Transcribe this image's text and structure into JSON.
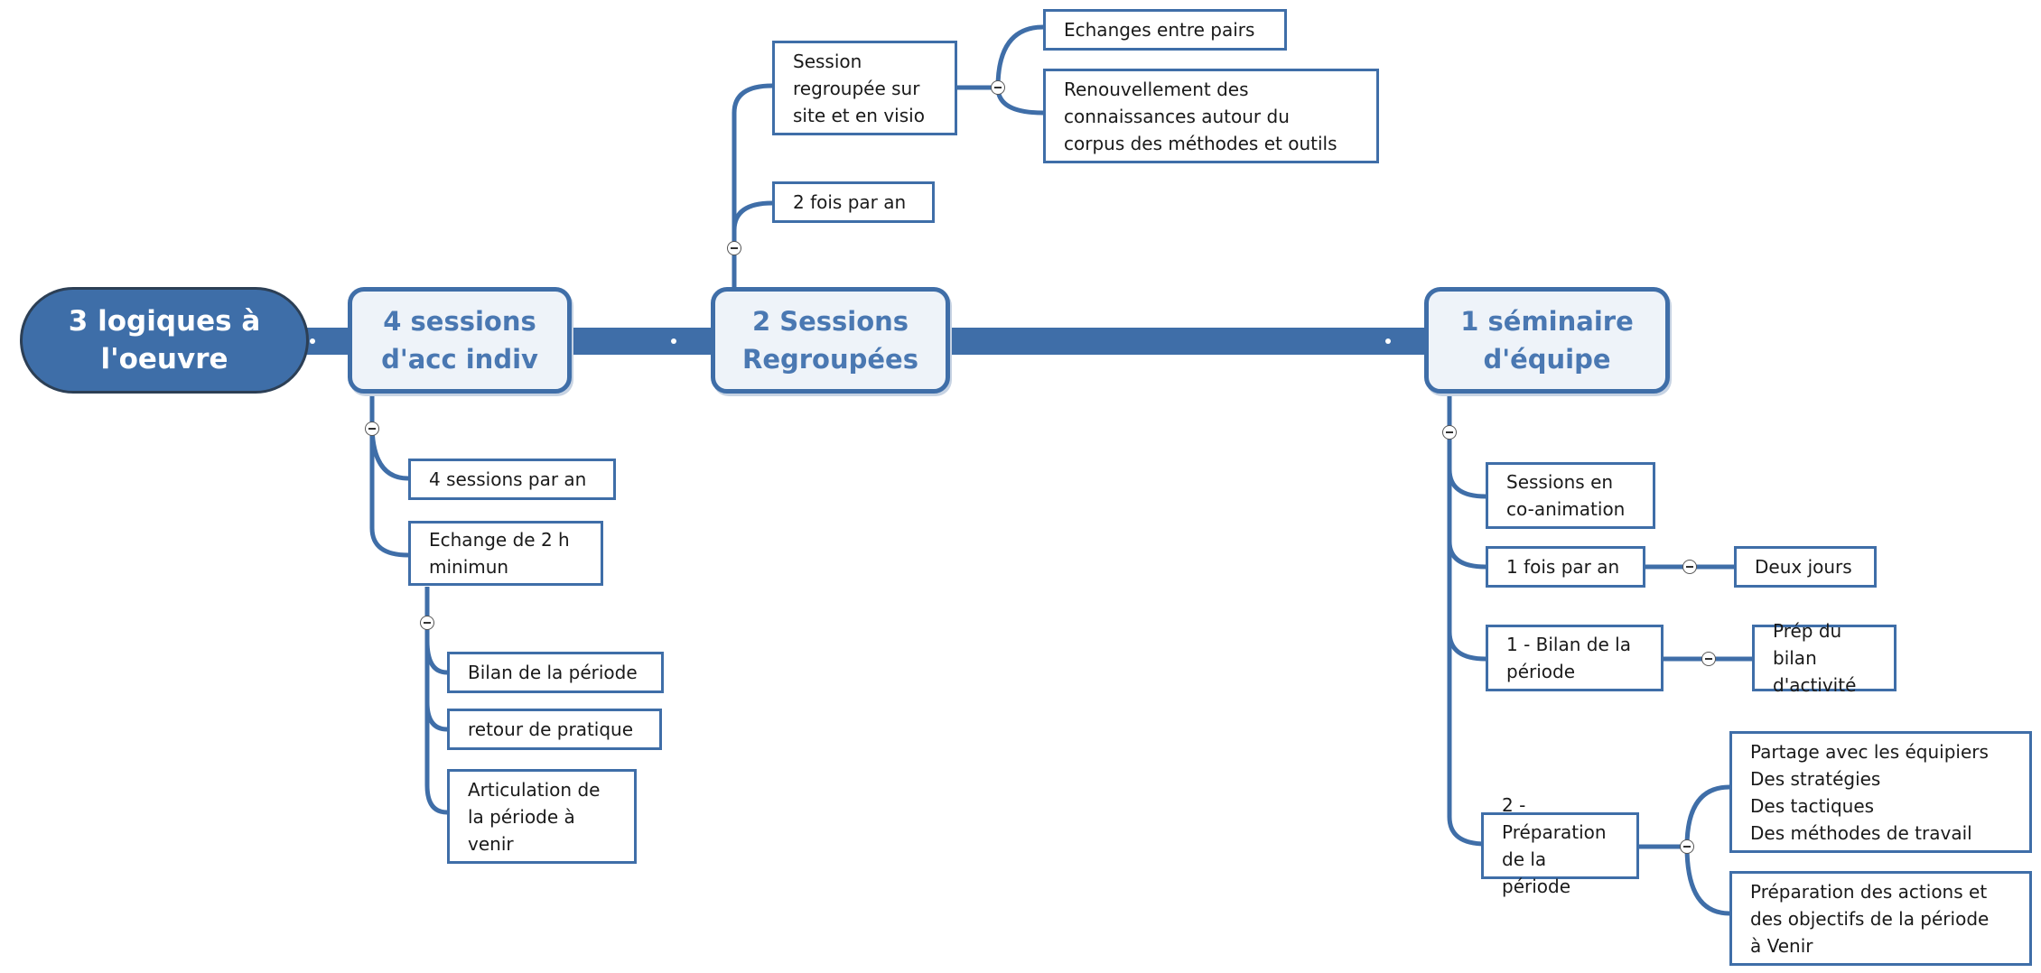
{
  "root": {
    "label": "3 logiques à\nl'oeuvre"
  },
  "branches": {
    "acc": {
      "label": "4 sessions\nd'acc indiv",
      "items": {
        "a1": "4 sessions par an",
        "a2": "Echange de 2 h\nminimun",
        "a3": "Bilan de la période",
        "a4": "retour de pratique",
        "a5": "Articulation de\nla période à\nvenir"
      }
    },
    "regroup": {
      "label": "2 Sessions\nRegroupées",
      "items": {
        "r1": "Session\nregroupée sur\nsite et en visio",
        "r2": "2 fois par an",
        "r3": "Echanges entre pairs",
        "r4": "Renouvellement des\nconnaissances autour du\ncorpus des méthodes et outils"
      }
    },
    "seminaire": {
      "label": "1 séminaire\nd'équipe",
      "items": {
        "s1": "Sessions en\nco-animation",
        "s2": "1 fois par an",
        "s3": "Deux jours",
        "s4": "1 - Bilan de la\npériode",
        "s5": "Prép du bilan\nd'activité",
        "s6": "2 - Préparation\nde la période",
        "s7": "Partage avec les équipiers\nDes stratégies\nDes tactiques\nDes méthodes de travail",
        "s8": "Préparation des actions et\ndes objectifs de la période\nà Venir"
      }
    }
  },
  "colors": {
    "accent": "#3f6ea8",
    "root_fill": "#3e6ea8",
    "main_fill": "#eef3f9"
  }
}
